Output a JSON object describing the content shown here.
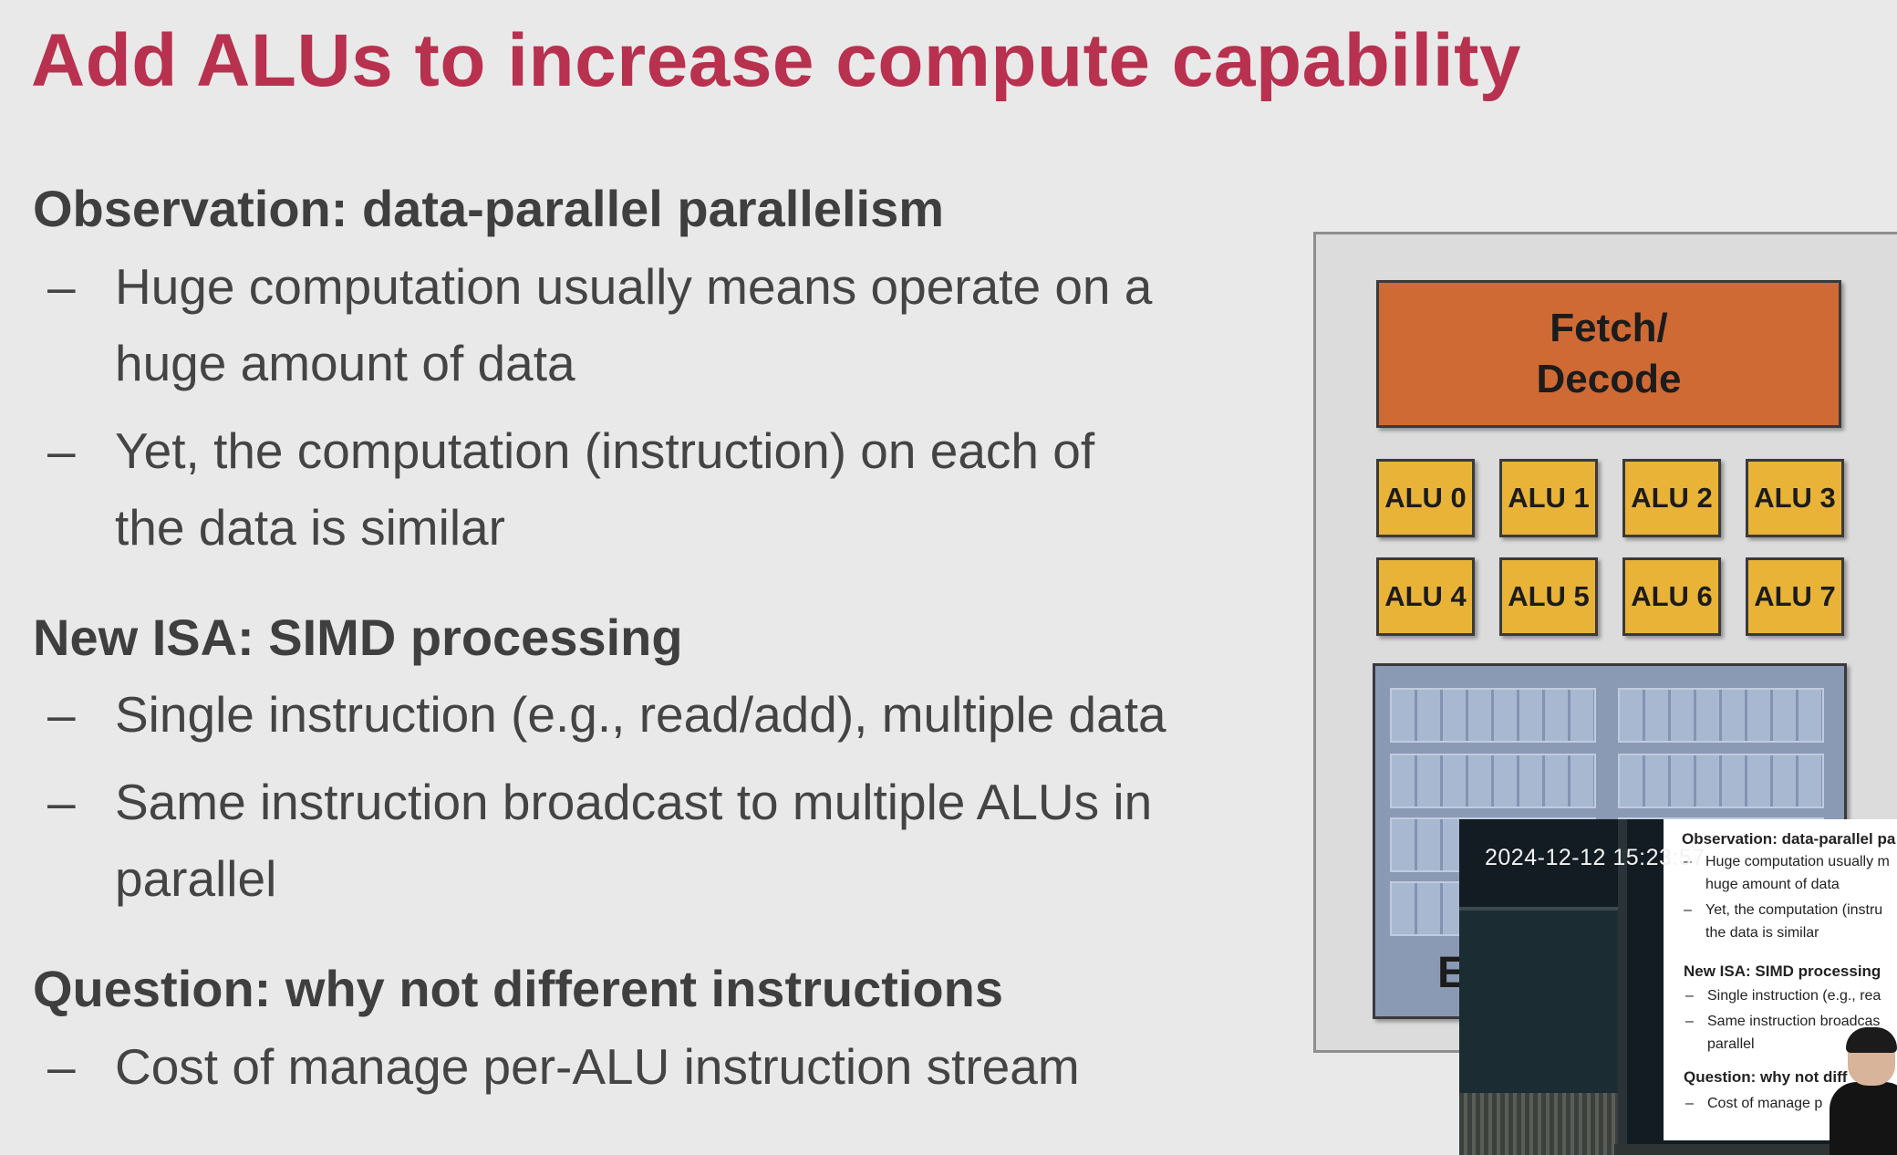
{
  "slide": {
    "title": "Add ALUs to increase compute capability",
    "sections": [
      {
        "heading": "Observation: data-parallel parallelism",
        "bullets": [
          {
            "dash": "–",
            "lines": [
              "Huge computation usually means operate on a",
              "huge amount of data"
            ]
          },
          {
            "dash": "–",
            "lines": [
              "Yet, the computation (instruction) on each of",
              "the data is similar"
            ]
          }
        ]
      },
      {
        "heading": "New ISA: SIMD processing",
        "bullets": [
          {
            "dash": "–",
            "lines": [
              "Single instruction (e.g., read/add), multiple data"
            ]
          },
          {
            "dash": "–",
            "lines": [
              "Same instruction broadcast to multiple ALUs in",
              "parallel"
            ]
          }
        ]
      },
      {
        "heading": "Question: why not different instructions",
        "bullets": [
          {
            "dash": "–",
            "lines": [
              "Cost of manage per-ALU instruction stream"
            ]
          }
        ]
      }
    ]
  },
  "diagram": {
    "fetch_decode_label": "Fetch/\nDecode",
    "alus": [
      "ALU 0",
      "ALU 1",
      "ALU 2",
      "ALU 3",
      "ALU 4",
      "ALU 5",
      "ALU 6",
      "ALU 7"
    ],
    "context_label_partial": "E",
    "colors": {
      "fetch_decode": "#d06a35",
      "alu": "#e9b338",
      "context": "#8a9ab5"
    }
  },
  "video_overlay": {
    "timestamp": "2024-12-12  15:23:57",
    "mini_slide": {
      "h1": "Observation: data-parallel pa",
      "b1_l1": "Huge computation usually m",
      "b1_l2": "huge amount of data",
      "b2_l1": "Yet, the computation (instru",
      "b2_l2": "the data is similar",
      "h2": "New ISA: SIMD processing",
      "b3_l1": "Single instruction (e.g., rea",
      "b4_l1": "Same instruction broadcas",
      "b4_l2": "parallel",
      "h3": "Question: why not diff",
      "b5_l1": "Cost of manage p",
      "dash": "–"
    }
  },
  "colors": {
    "title": "#b8314f",
    "background": "#e9e9e9"
  }
}
